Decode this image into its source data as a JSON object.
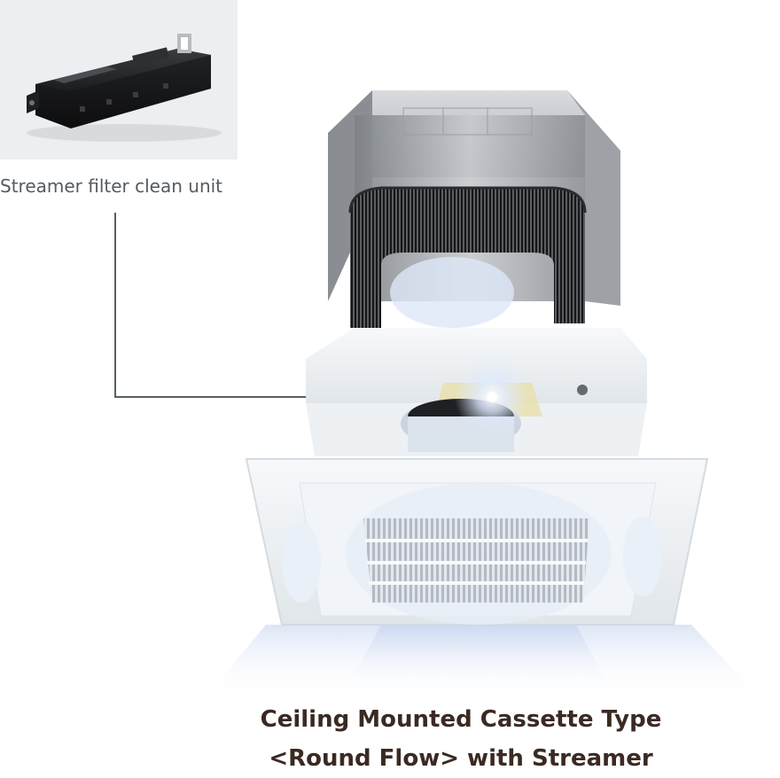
{
  "inset": {
    "label": "Streamer filter clean unit"
  },
  "caption": {
    "line1": "Ceiling Mounted Cassette Type",
    "line2": "<Round Flow> with Streamer"
  }
}
